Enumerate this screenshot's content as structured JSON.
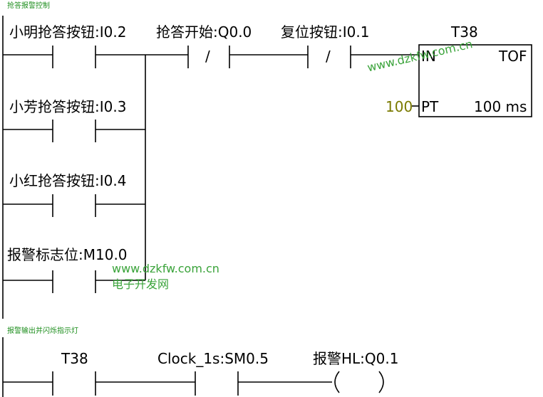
{
  "network1": {
    "title": "抢答报警控制",
    "contacts": {
      "ming": "小明抢答按钮:I0.2",
      "fang": "小芳抢答按钮:I0.3",
      "hong": "小红抢答按钮:I0.4",
      "alarm_flag": "报警标志位:M10.0",
      "start": "抢答开始:Q0.0",
      "reset": "复位按钮:I0.1"
    },
    "timer": {
      "name": "T38",
      "in_label": "IN",
      "type_label": "TOF",
      "pt_label": "PT",
      "pt_value": "100",
      "base": "100 ms"
    }
  },
  "network2": {
    "title": "报警输出并闪烁指示灯",
    "contacts": {
      "t38": "T38",
      "clock": "Clock_1s:SM0.5"
    },
    "coil": "报警HL:Q0.1"
  },
  "watermarks": {
    "url": "www.dzkfw.com.cn",
    "name": "电子开发网"
  },
  "symbols": {
    "nc_slash": "/"
  },
  "colors": {
    "wire": "#000000",
    "network_title": "#1f8f1f",
    "watermark": "#3aa33a",
    "pt_value": "#7a7a00"
  }
}
